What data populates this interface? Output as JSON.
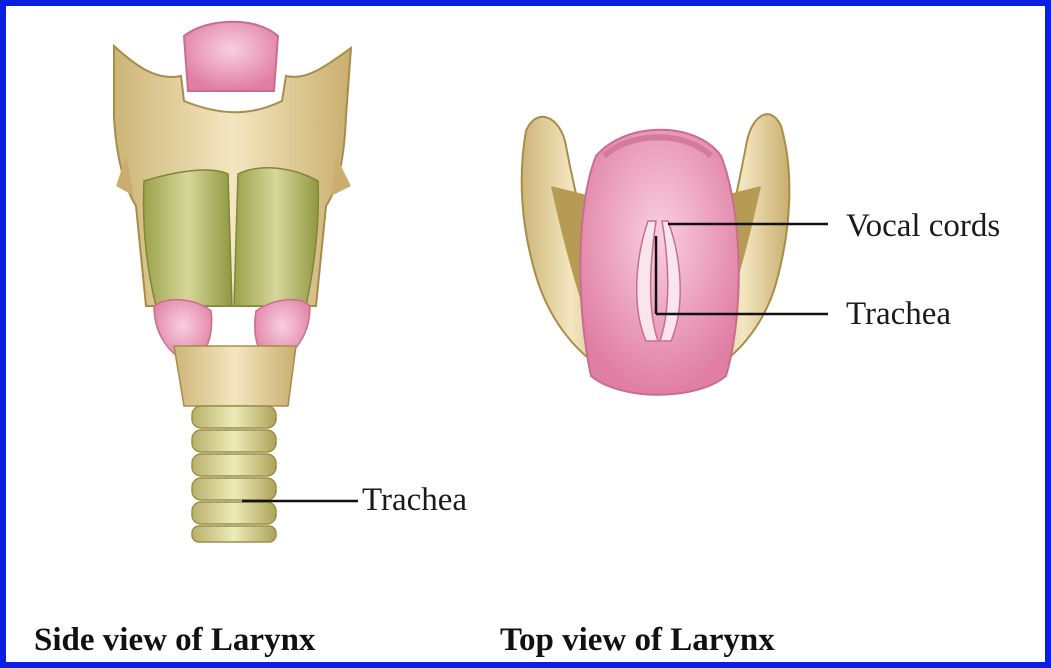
{
  "labels": {
    "side_trachea": "Trachea",
    "vocal_cords": "Vocal cords",
    "top_trachea": "Trachea"
  },
  "captions": {
    "side": "Side view of Larynx",
    "top": "Top view of Larynx"
  },
  "colors": {
    "border": "#0a1ee6",
    "cartilage": "#d9c48f",
    "thyroid_green": "#a9b05a",
    "pink": "#e58fb0",
    "tissue_pink": "#f2aec6",
    "leader_line": "#111111"
  }
}
